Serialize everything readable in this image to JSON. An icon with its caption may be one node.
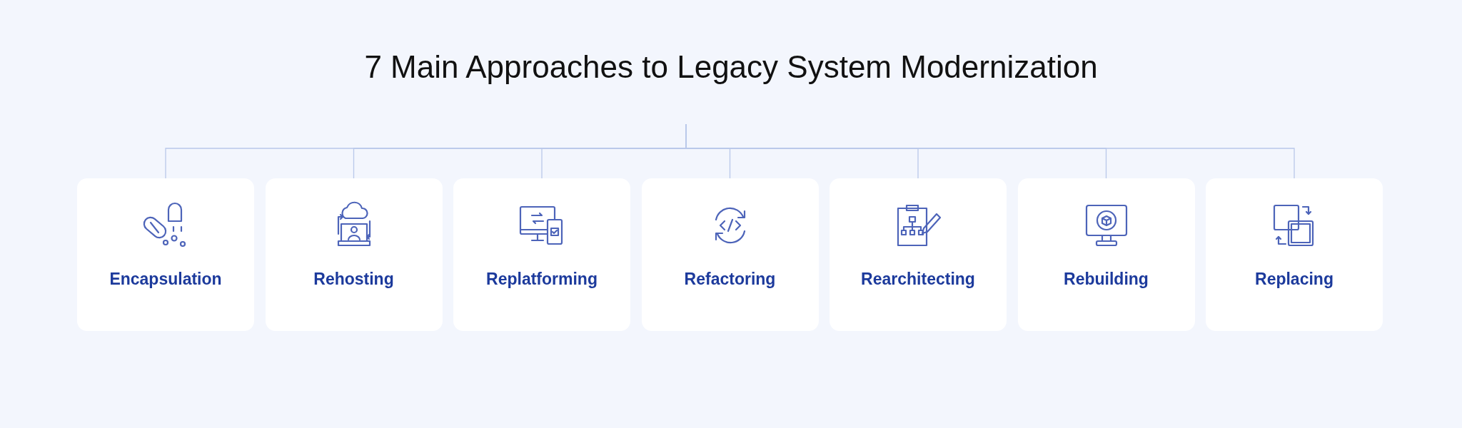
{
  "diagram": {
    "title": "7 Main Approaches to Legacy System Modernization",
    "nodes": [
      {
        "text": [
          "Encapsulation"
        ]
      },
      {
        "text": [
          "Rehosting"
        ]
      },
      {
        "text": [
          "Replatforming"
        ]
      },
      {
        "text": [
          "Refactoring"
        ]
      },
      {
        "text": [
          "Rearchitecting"
        ]
      },
      {
        "text": [
          "Rebuilding"
        ]
      },
      {
        "text": [
          "Replacing"
        ]
      }
    ],
    "edges": [
      {
        "from": null,
        "to": 0,
        "arrow": "none"
      },
      {
        "from": null,
        "to": 1,
        "arrow": "none"
      },
      {
        "from": null,
        "to": 2,
        "arrow": "none"
      },
      {
        "from": null,
        "to": 3,
        "arrow": "none"
      },
      {
        "from": null,
        "to": 4,
        "arrow": "none"
      },
      {
        "from": null,
        "to": 5,
        "arrow": "none"
      },
      {
        "from": null,
        "to": 6,
        "arrow": "none"
      }
    ]
  }
}
